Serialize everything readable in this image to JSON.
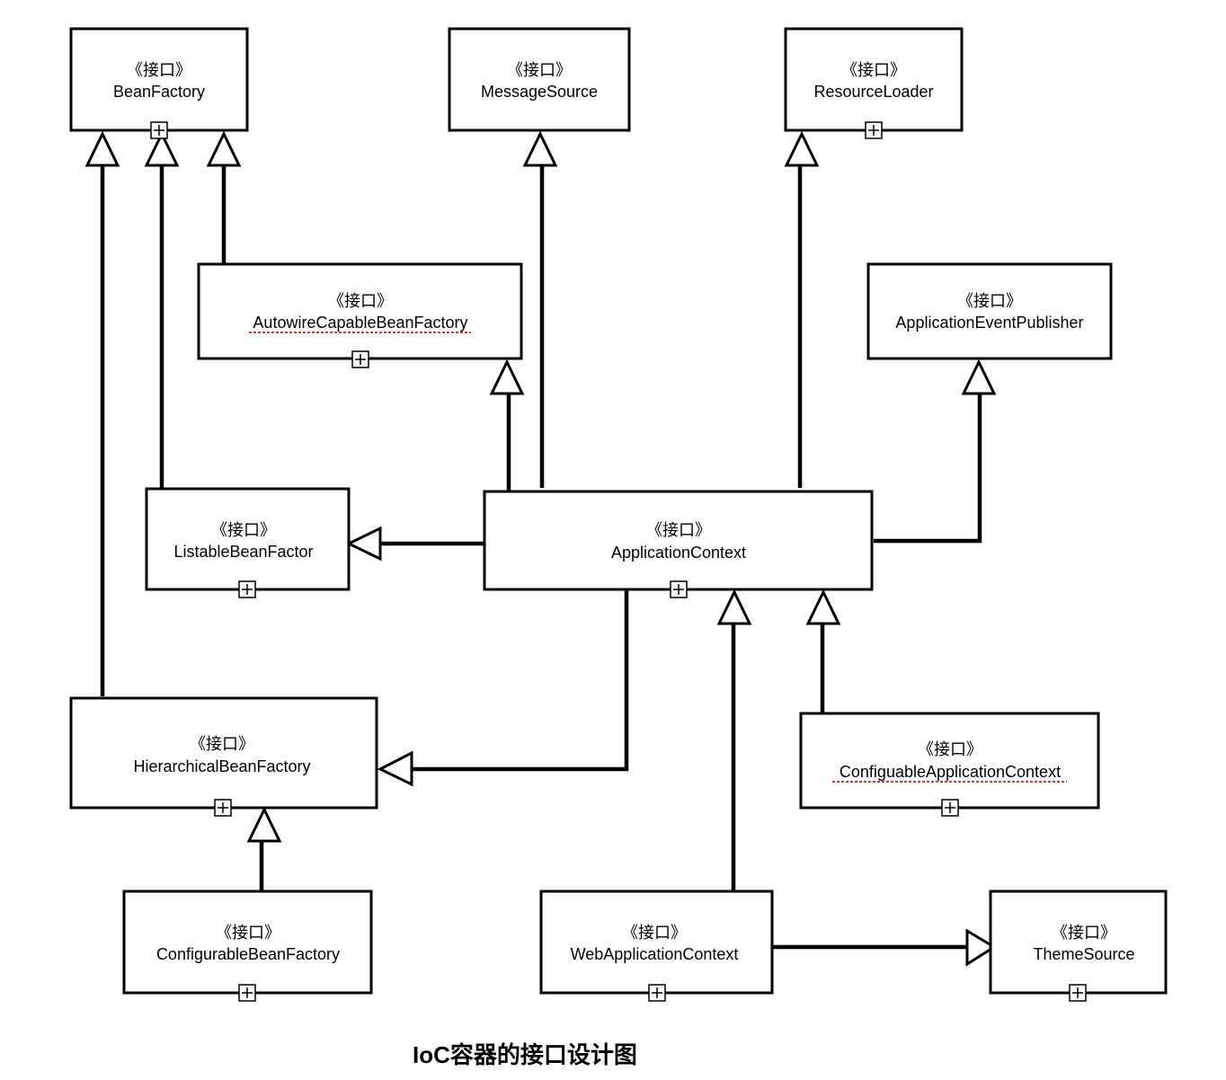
{
  "diagram": {
    "caption": "IoC容器的接口设计图",
    "stereotype": "《接口》",
    "nodes": [
      {
        "id": "BeanFactory",
        "stereotype": "《接口》",
        "name": "BeanFactory"
      },
      {
        "id": "MessageSource",
        "stereotype": "《接口》",
        "name": "MessageSource"
      },
      {
        "id": "ResourceLoader",
        "stereotype": "《接口》",
        "name": "ResourceLoader"
      },
      {
        "id": "AutowireCapableBeanFactory",
        "stereotype": "《接口》",
        "name": "AutowireCapableBeanFactory"
      },
      {
        "id": "ApplicationEventPublisher",
        "stereotype": "《接口》",
        "name": "ApplicationEventPublisher"
      },
      {
        "id": "ListableBeanFactor",
        "stereotype": "《接口》",
        "name": "ListableBeanFactor"
      },
      {
        "id": "ApplicationContext",
        "stereotype": "《接口》",
        "name": "ApplicationContext"
      },
      {
        "id": "HierarchicalBeanFactory",
        "stereotype": "《接口》",
        "name": "HierarchicalBeanFactory"
      },
      {
        "id": "ConfiguableApplicationContext",
        "stereotype": "《接口》",
        "name": "ConfiguableApplicationContext"
      },
      {
        "id": "ConfigurableBeanFactory",
        "stereotype": "《接口》",
        "name": "ConfigurableBeanFactory"
      },
      {
        "id": "WebApplicationContext",
        "stereotype": "《接口》",
        "name": "WebApplicationContext"
      },
      {
        "id": "ThemeSource",
        "stereotype": "《接口》",
        "name": "ThemeSource"
      }
    ],
    "edges": [
      {
        "from": "HierarchicalBeanFactory",
        "to": "BeanFactory",
        "type": "generalization"
      },
      {
        "from": "ListableBeanFactor",
        "to": "BeanFactory",
        "type": "generalization"
      },
      {
        "from": "AutowireCapableBeanFactory",
        "to": "BeanFactory",
        "type": "generalization"
      },
      {
        "from": "ApplicationContext",
        "to": "MessageSource",
        "type": "generalization"
      },
      {
        "from": "ApplicationContext",
        "to": "ResourceLoader",
        "type": "generalization"
      },
      {
        "from": "ApplicationContext",
        "to": "AutowireCapableBeanFactory",
        "type": "generalization"
      },
      {
        "from": "ApplicationContext",
        "to": "ApplicationEventPublisher",
        "type": "generalization"
      },
      {
        "from": "ApplicationContext",
        "to": "ListableBeanFactor",
        "type": "generalization"
      },
      {
        "from": "ApplicationContext",
        "to": "HierarchicalBeanFactory",
        "type": "generalization"
      },
      {
        "from": "WebApplicationContext",
        "to": "ApplicationContext",
        "type": "generalization"
      },
      {
        "from": "ConfiguableApplicationContext",
        "to": "ApplicationContext",
        "type": "generalization"
      },
      {
        "from": "ConfigurableBeanFactory",
        "to": "HierarchicalBeanFactory",
        "type": "generalization"
      },
      {
        "from": "WebApplicationContext",
        "to": "ThemeSource",
        "type": "generalization"
      }
    ],
    "colors": {
      "stroke": "#000000",
      "fill": "#ffffff",
      "spellcheck_underline": "#e5322d"
    }
  }
}
